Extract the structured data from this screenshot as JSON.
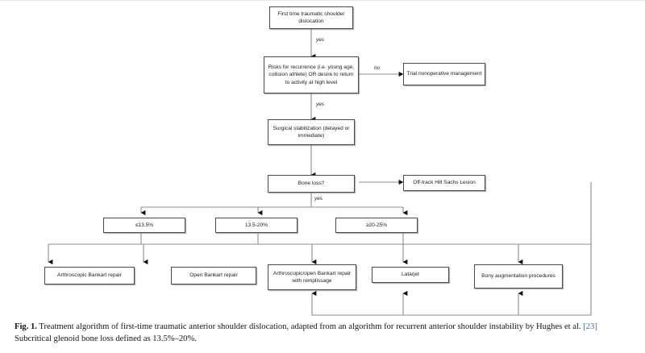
{
  "figure": {
    "id": "treatment-algorithm-flowchart",
    "nodes": [
      {
        "key": "first_dislocation",
        "label": "First time traumatic shoulder dislocation"
      },
      {
        "key": "risks_recurrence",
        "label": "Risks for recurrence (i.e. young age, collision athlete) OR desire to return to activity at high level"
      },
      {
        "key": "trial_nonoperative",
        "label": "Trial nonoperative management"
      },
      {
        "key": "surgical_stabilization",
        "label": "Surgical stabilization (delayed or immediate)"
      },
      {
        "key": "bone_loss",
        "label": "Bone loss?"
      },
      {
        "key": "off_track",
        "label": "Off-track Hill Sachs Lesion"
      },
      {
        "key": "loss_low",
        "label": "≤13.5%"
      },
      {
        "key": "loss_mid",
        "label": "13.5-20%"
      },
      {
        "key": "loss_high",
        "label": "≥20-25%"
      },
      {
        "key": "arthroscopic_bankart",
        "label": "Arthroscopic Bankart repair"
      },
      {
        "key": "open_bankart",
        "label": "Open Bankart repair"
      },
      {
        "key": "bankart_remplissage",
        "label": "Arthroscopic/open Bankart repair with remplissage"
      },
      {
        "key": "latarjet",
        "label": "Latarjet"
      },
      {
        "key": "bony_augmentation",
        "label": "Bony augmentation procedures"
      }
    ],
    "edge_labels": [
      {
        "key": "yes_1",
        "label": "yes"
      },
      {
        "key": "no_1",
        "label": "no"
      },
      {
        "key": "yes_2",
        "label": "yes"
      },
      {
        "key": "yes_3",
        "label": "yes"
      }
    ],
    "line_color": "#8c8c8c",
    "border_color": "#4a4a4a"
  },
  "caption": {
    "fig_label": "Fig. 1.",
    "text_before_cite": " Treatment algorithm of first-time traumatic anterior shoulder dislocation, adapted from an algorithm for recurrent anterior shoulder instability by Hughes et al. ",
    "citation": "[23]",
    "text_after_cite": " Subcritical glenoid bone loss defined as 13.5%–20%."
  }
}
